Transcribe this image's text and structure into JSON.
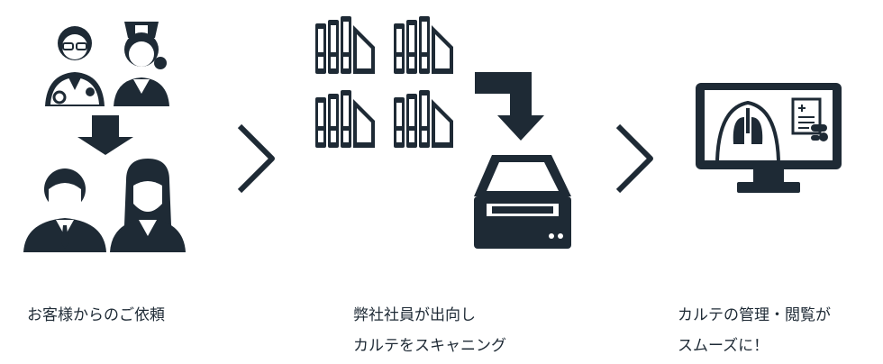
{
  "colors": {
    "ink": "#1e2a35",
    "background": "#ffffff"
  },
  "steps": [
    {
      "icons": [
        "doctor-icon",
        "nurse-icon",
        "down-arrow-icon",
        "businessman-icon",
        "businesswoman-icon"
      ],
      "caption_lines": [
        "お客様からのご依頼"
      ]
    },
    {
      "icons": [
        "binder-stack-icon",
        "curved-arrow-icon",
        "scanner-icon"
      ],
      "caption_lines": [
        "弊社社員が出向し",
        "カルテをスキャニング"
      ]
    },
    {
      "icons": [
        "monitor-icon",
        "lungs-icon",
        "medical-record-icon",
        "pills-icon"
      ],
      "caption_lines": [
        "カルテの管理・閲覧が",
        "スムーズに！"
      ]
    }
  ]
}
